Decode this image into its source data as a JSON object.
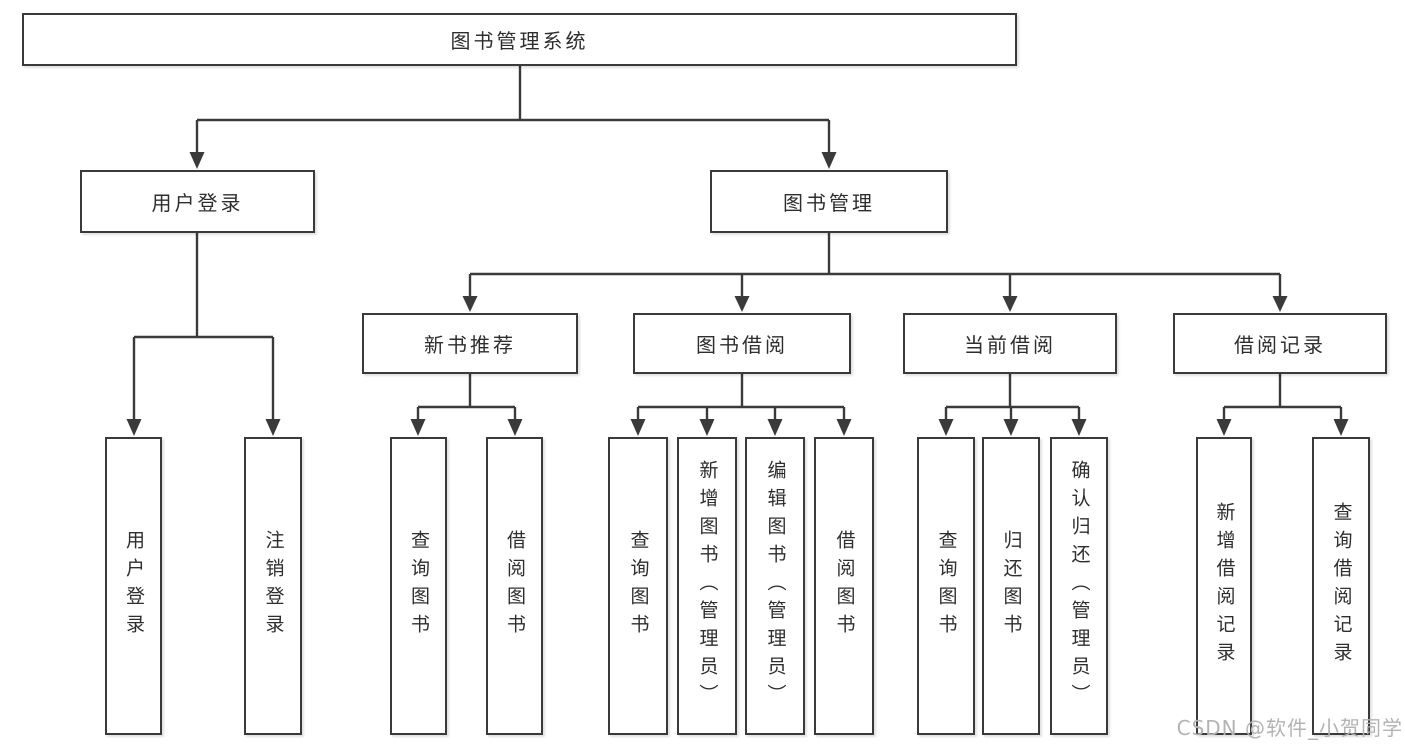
{
  "diagram": {
    "tree": {
      "root": {
        "label": "图书管理系统"
      },
      "branches": [
        {
          "label": "用户登录",
          "children": [
            "用户登录",
            "注销登录"
          ]
        },
        {
          "label": "图书管理",
          "children": [
            {
              "label": "新书推荐",
              "children": [
                "查询图书",
                "借阅图书"
              ]
            },
            {
              "label": "图书借阅",
              "children": [
                "查询图书",
                "新增图书（管理员）",
                "编辑图书（管理员）",
                "借阅图书"
              ]
            },
            {
              "label": "当前借阅",
              "children": [
                "查询图书",
                "归还图书",
                "确认归还（管理员）"
              ]
            },
            {
              "label": "借阅记录",
              "children": [
                "新增借阅记录",
                "查询借阅记录"
              ]
            }
          ]
        }
      ]
    },
    "watermark": "CSDN @软件_小贺同学",
    "colors": {
      "line": "#3a3a3a",
      "border": "#3a3a3a",
      "text": "#2e2e2e",
      "watermark": "#b3b3b3",
      "background": "#ffffff"
    }
  }
}
